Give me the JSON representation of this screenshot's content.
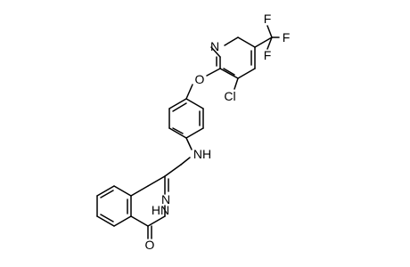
{
  "structure": {
    "atoms": {
      "n_pyridine": "N",
      "f1": "F",
      "f2": "F",
      "f3": "F",
      "o_ether": "O",
      "cl": "Cl",
      "nh_amine": "NH",
      "n_ring": "N",
      "n_ring_h": "HN",
      "o_carbonyl": "O"
    },
    "colors": {
      "bond": "#000000",
      "text": "#000000",
      "background": "#ffffff"
    }
  }
}
